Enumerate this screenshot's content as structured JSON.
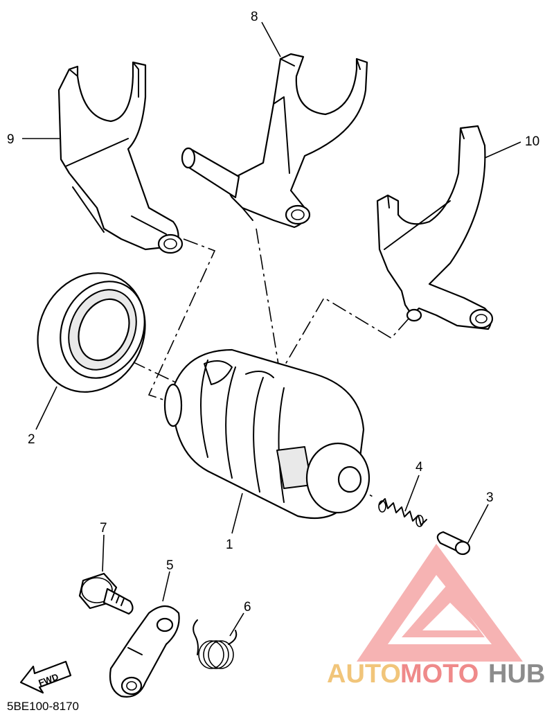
{
  "diagram": {
    "reference_code": "5BE100-8170",
    "fwd_label": "FWD",
    "callouts": [
      "1",
      "2",
      "3",
      "4",
      "5",
      "6",
      "7",
      "8",
      "9",
      "10"
    ],
    "watermark": {
      "part1": "AUTO",
      "part2": "MOTO",
      "part3": "HUB",
      "colors": {
        "red": "#ef8a8a",
        "gold": "#f1c57a",
        "grey": "#8c8c8c"
      }
    }
  }
}
